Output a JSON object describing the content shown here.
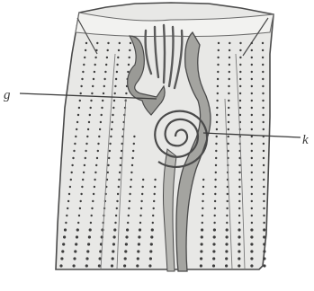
{
  "labels": {
    "left": "g",
    "right": "k"
  },
  "colors": {
    "ink": "#4a4a4a",
    "body_fill": "#e8e8e6",
    "duct_fill": "#9a9a96",
    "dot": "#3d3d3d"
  },
  "dot_columns": 17
}
